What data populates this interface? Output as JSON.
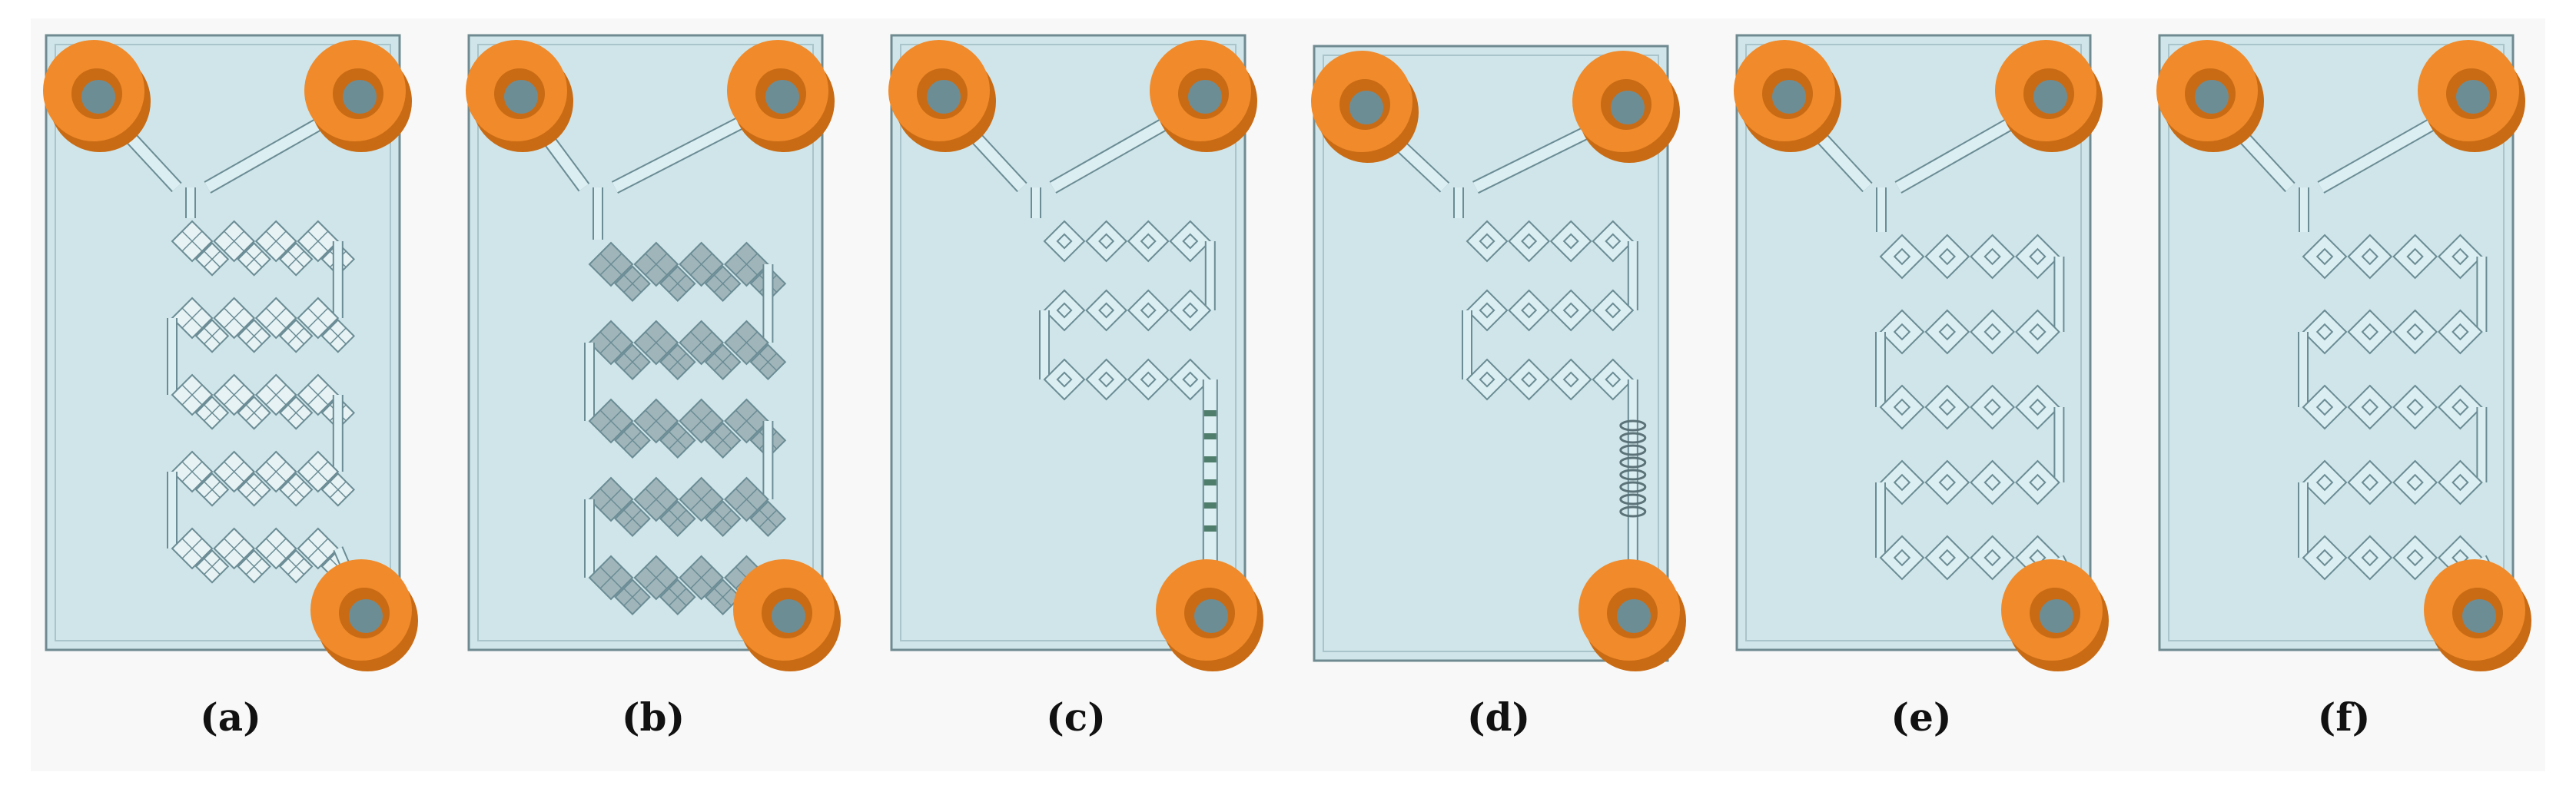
{
  "colors": {
    "substrate": "#cfe5e9",
    "frame": "#6f8b91",
    "channel": "#6b8c95",
    "channel_fill": "#dbeef1",
    "channel_dark": "#8aa4ab",
    "port_orange": "#f08a2b",
    "port_dark": "#c96b14",
    "port_hole": "#6d8d95",
    "background": "#f8f8f8",
    "caption": "#111111"
  },
  "panels": [
    {
      "caption": "(a)",
      "variant": "dense-lattice-serpentine"
    },
    {
      "caption": "(b)",
      "variant": "shaded-lattice-serpentine"
    },
    {
      "caption": "(c)",
      "variant": "diamond-serpentine-with-outlet-mixer"
    },
    {
      "caption": "(d)",
      "variant": "diamond-serpentine-with-spiral-outlet"
    },
    {
      "caption": "(e)",
      "variant": "diamond-serpentine-five-rows"
    },
    {
      "caption": "(f)",
      "variant": "diamond-serpentine-five-rows-alt"
    }
  ]
}
